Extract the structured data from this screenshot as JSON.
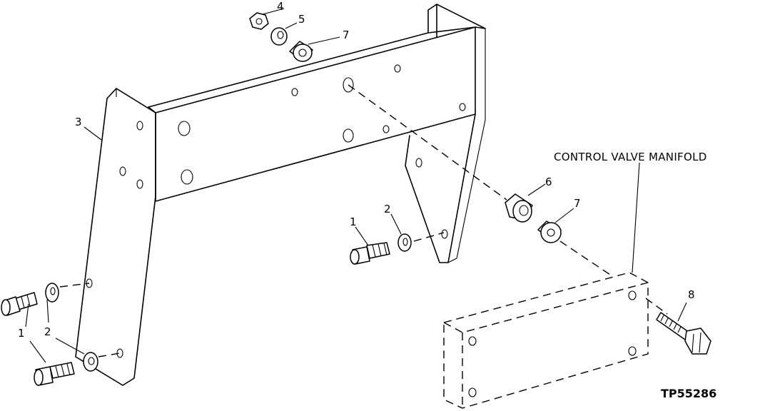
{
  "diagram": {
    "component_label": "CONTROL VALVE MANIFOLD",
    "figure_id": "TP55286",
    "callouts": {
      "c1_left_upper": "1",
      "c2_left_upper": "2",
      "c1_center": "1",
      "c2_center": "2",
      "c3_bracket": "3",
      "c4_nut": "4",
      "c5_washer": "5",
      "c7_top_spacer": "7",
      "c6_bushing": "6",
      "c7_right_spacer": "7",
      "c8_screw": "8"
    }
  }
}
